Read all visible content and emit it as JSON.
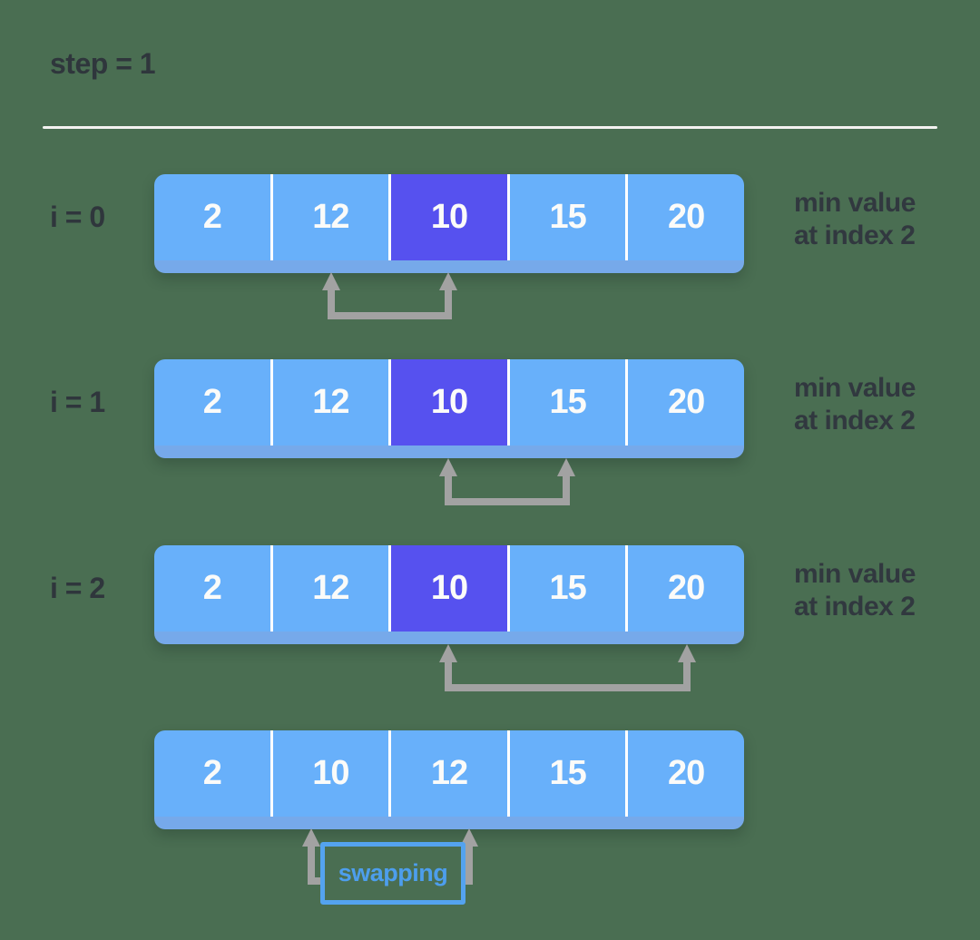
{
  "title": "step = 1",
  "steps": [
    {
      "label": "i = 0",
      "values": [
        "2",
        "12",
        "10",
        "15",
        "20"
      ],
      "highlight_index": 2,
      "note_line1": "min value",
      "note_line2": "at index 2",
      "comparison": {
        "from_index": 1,
        "to_index": 2
      }
    },
    {
      "label": "i = 1",
      "values": [
        "2",
        "12",
        "10",
        "15",
        "20"
      ],
      "highlight_index": 2,
      "note_line1": "min value",
      "note_line2": "at index 2",
      "comparison": {
        "from_index": 2,
        "to_index": 3
      }
    },
    {
      "label": "i = 2",
      "values": [
        "2",
        "12",
        "10",
        "15",
        "20"
      ],
      "highlight_index": 2,
      "note_line1": "min value",
      "note_line2": "at index 2",
      "comparison": {
        "from_index": 2,
        "to_index": 4
      }
    }
  ],
  "result": {
    "values": [
      "2",
      "10",
      "12",
      "15",
      "20"
    ],
    "swap_label": "swapping",
    "swap_between_indexes": [
      1,
      2
    ]
  },
  "colors": {
    "background": "#4A6E52",
    "cell_blue": "#68B0FA",
    "cell_highlight_purple": "#5651EF",
    "cell_base_strip": "#76A9EA",
    "cell_text": "#FBFBF9",
    "label_text_dark": "#2F363C",
    "arrow_gray": "#A2A2A2",
    "swap_blue": "#54A3EF",
    "divider_line": "#F3F2F0"
  }
}
